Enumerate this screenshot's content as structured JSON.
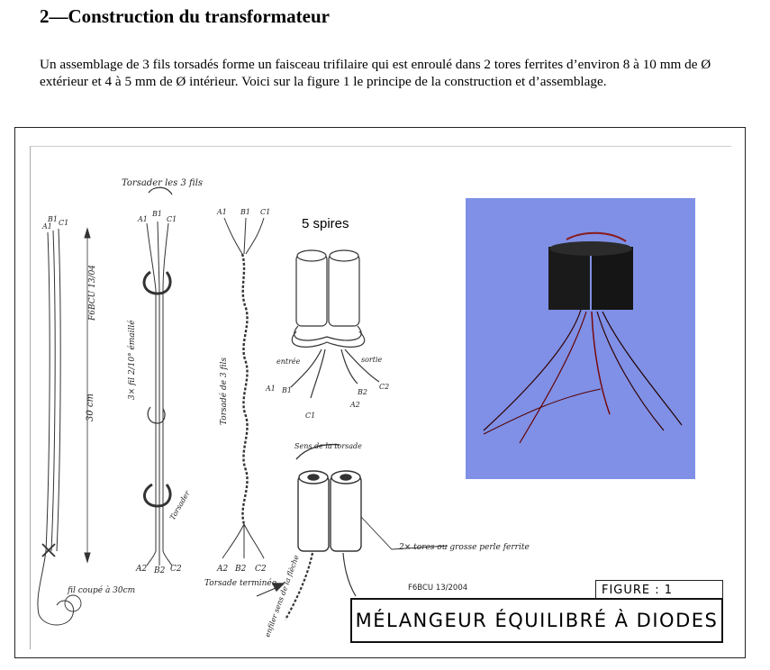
{
  "document": {
    "title": "2—Construction du transformateur",
    "intro": "Un  assemblage de 3 fils torsadés  forme un faisceau trifilaire  qui est enroulé dans 2 tores ferrites d’environ   8 à 10 mm  de Ø extérieur et 4 à 5  mm de Ø intérieur. Voici sur la figure 1 le principe de la construction et d’assemblage."
  },
  "figure": {
    "label": "FIGURE : 1",
    "caption": "MÉLANGEUR ÉQUILIBRÉ À DIODES",
    "signature": "F6BCU 13/2004",
    "spires": "5 spires",
    "annotations": {
      "torsader": "Torsader les 3 fils",
      "fil_emaille": "3× fil 2/10° émaillé",
      "torsade_3fils": "Torsadé de 3 fils",
      "longueur": "30 cm",
      "auteur_vertical": "F6BCU 13/04",
      "fil_coupe": "fil coupé à 30cm",
      "torsade_terminee": "Torsade terminée",
      "sens_torsade": "Sens de la torsade",
      "tores": "2× tores ou grosse perle ferrite",
      "entree": "entrée",
      "sortie": "sortie",
      "enfiler": "enfiler sens de la flèche",
      "torsader_bas": "Torsader"
    },
    "wire_labels": {
      "top_abc_1": [
        "A1",
        "B1",
        "C1"
      ],
      "top_abc_2": [
        "A1",
        "B1",
        "C1"
      ],
      "top_abc_3": [
        "A1",
        "B1",
        "C1"
      ],
      "bottom_abc_2": [
        "A2",
        "B2",
        "C2"
      ],
      "bottom_abc_3": [
        "A2",
        "B2",
        "C2"
      ],
      "coil_left": [
        "A1",
        "B1"
      ],
      "coil_right": [
        "B2",
        "C2"
      ],
      "coil_c1": "C1",
      "coil_a2": "A2"
    }
  }
}
